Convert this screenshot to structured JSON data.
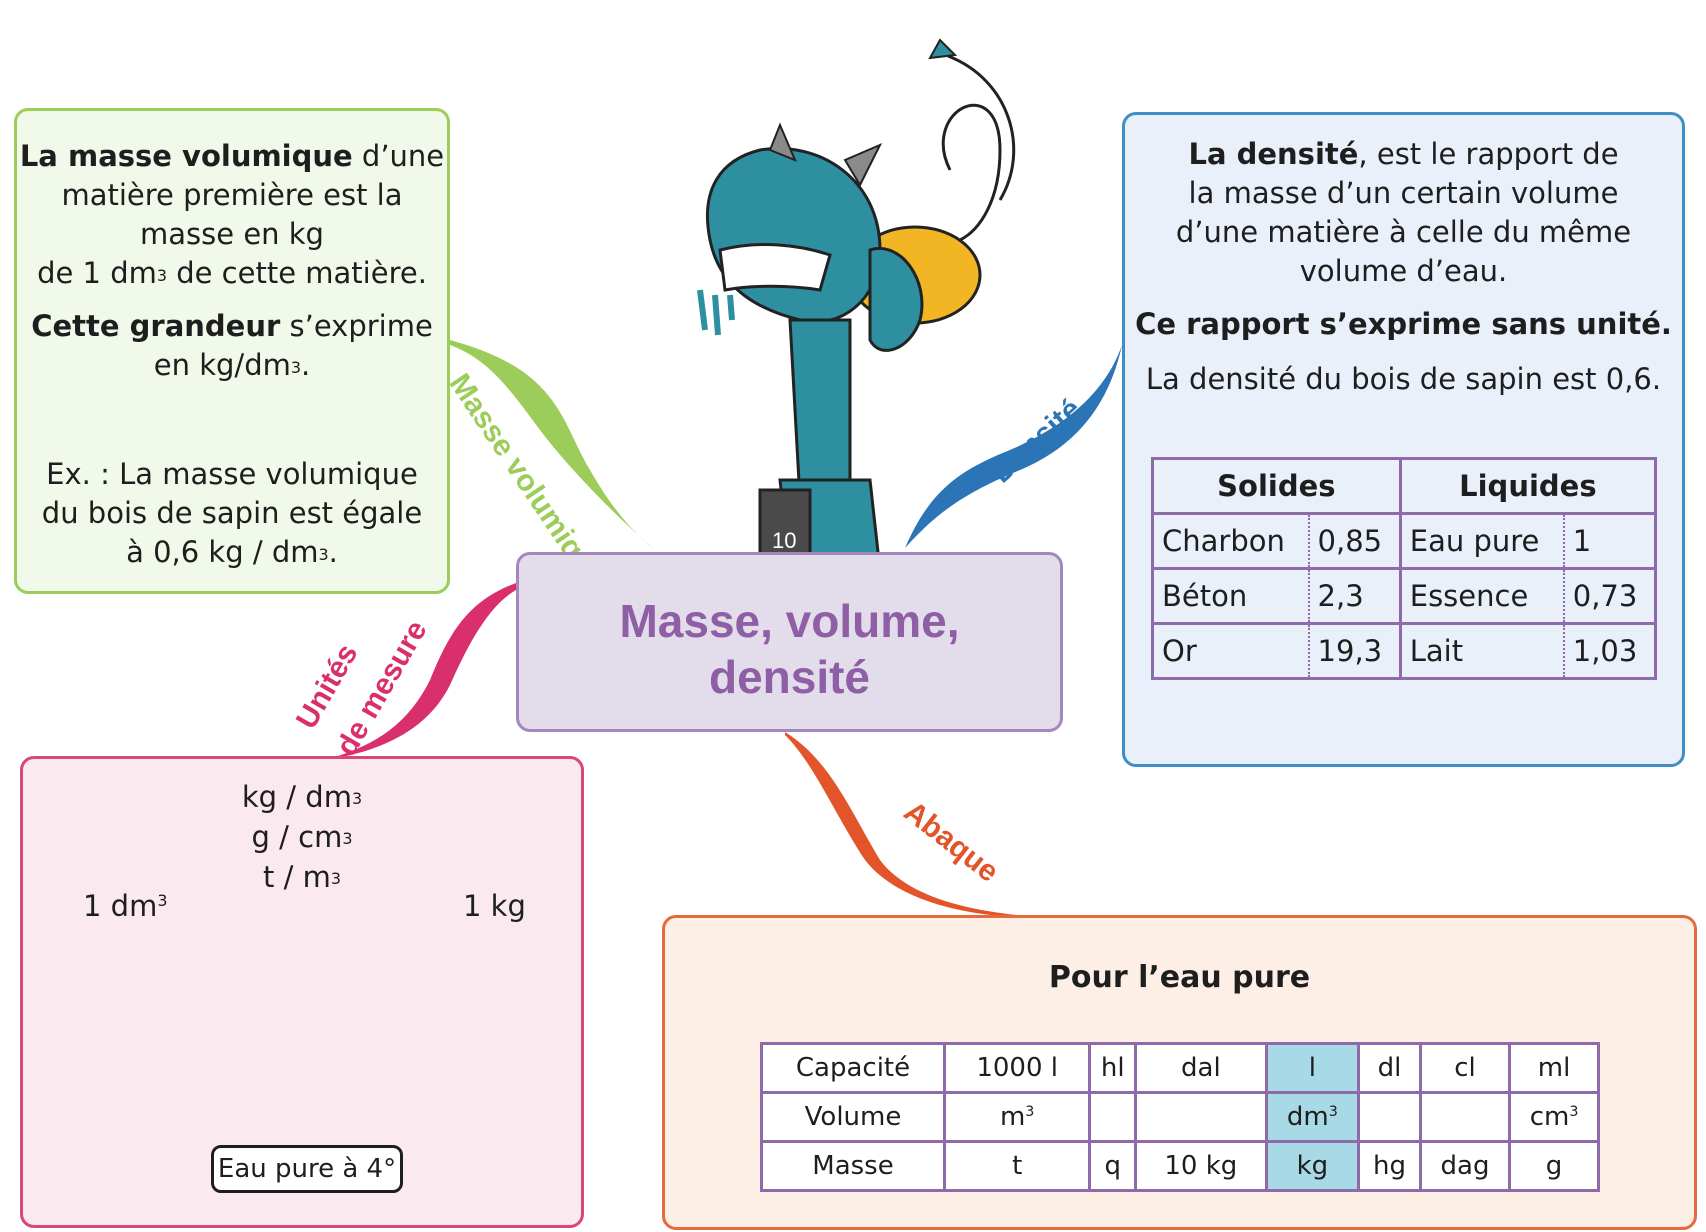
{
  "center": {
    "line1": "Masse, volume,",
    "line2": "densité"
  },
  "branches": {
    "masse_volumique": "Masse volumique",
    "densite": "Densité",
    "unites_l1": "Unités",
    "unites_l2": "de mesure",
    "abaque": "Abaque"
  },
  "masse_volumique_box": {
    "bold1": "La masse volumique",
    "text1": " d’une",
    "text2": "matière première est la",
    "text3": "masse en kg",
    "text4a": "de 1 dm",
    "text4b": " de cette matière.",
    "bold2": "Cette grandeur",
    "text5": " s’exprime",
    "text6a": "en kg/dm",
    "text6b": ".",
    "ex1": "Ex. : La masse volumique",
    "ex2": "du bois de sapin est égale",
    "ex3a": "à 0,6 kg / dm",
    "ex3b": ".",
    "sup3": "3"
  },
  "densite_box": {
    "bold1": "La densité",
    "text1": ", est le rapport de",
    "text2": "la masse d’un certain volume",
    "text3": "d’une matière à celle du même",
    "text4": "volume d’eau.",
    "bold2": "Ce rapport s’exprime sans unité.",
    "text5": "La densité du bois de sapin est 0,6.",
    "table": {
      "headers": [
        "Solides",
        "Liquides"
      ],
      "rows": [
        [
          "Charbon",
          "0,85",
          "Eau pure",
          "1"
        ],
        [
          "Béton",
          "2,3",
          "Essence",
          "0,73"
        ],
        [
          "Or",
          "19,3",
          "Lait",
          "1,03"
        ]
      ]
    }
  },
  "unites_box": {
    "u1": "kg / dm",
    "u2": "g / cm",
    "u3": "t / m",
    "sup3": "3",
    "left_label": "1 dm",
    "right_label": "1 kg",
    "base_label": "Eau pure à 4°"
  },
  "abaque_box": {
    "title": "Pour l’eau pure",
    "rows": [
      [
        "Capacité",
        "1000 l",
        "hl",
        "dal",
        "l",
        "dl",
        "cl",
        "ml"
      ],
      [
        "Volume",
        "m3",
        "",
        "",
        "dm3",
        "",
        "",
        "cm3"
      ],
      [
        "Masse",
        "t",
        "q",
        "10 kg",
        "kg",
        "hg",
        "dag",
        "g"
      ]
    ],
    "weight_label": "10",
    "highlight_color": "#a7d9e6"
  },
  "colors": {
    "green": "#9ccd5b",
    "blue": "#2b74b5",
    "pink": "#d92f6c",
    "orange": "#e2542a",
    "purple": "#8e5fa5",
    "monster": "#2d8fa0"
  }
}
